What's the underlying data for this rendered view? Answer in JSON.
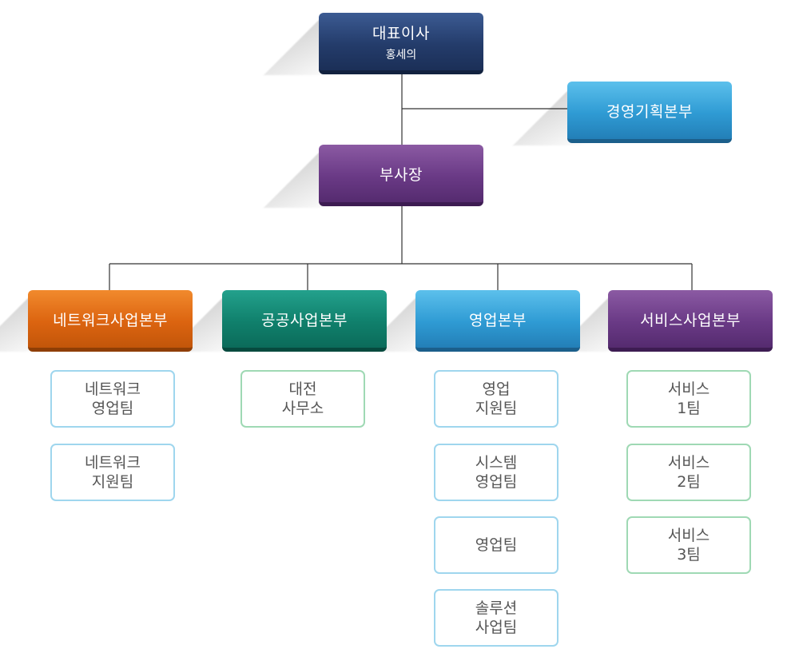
{
  "ceo": {
    "title": "대표이사",
    "name": "홍세의"
  },
  "planning": {
    "label": "경영기획본부"
  },
  "vp": {
    "label": "부사장"
  },
  "divisions": [
    {
      "label": "네트워크사업본부",
      "teams": [
        [
          "네트워크",
          "영업팀"
        ],
        [
          "네트워크",
          "지원팀"
        ]
      ]
    },
    {
      "label": "공공사업본부",
      "teams": [
        [
          "대전",
          "사무소"
        ]
      ]
    },
    {
      "label": "영업본부",
      "teams": [
        [
          "영업",
          "지원팀"
        ],
        [
          "시스템",
          "영업팀"
        ],
        [
          "영업팀"
        ],
        [
          "솔루션",
          "사업팀"
        ]
      ]
    },
    {
      "label": "서비스사업본부",
      "teams": [
        [
          "서비스",
          "1팀"
        ],
        [
          "서비스",
          "2팀"
        ],
        [
          "서비스",
          "3팀"
        ]
      ]
    }
  ],
  "colors": {
    "ceo": "#243c6b",
    "planning": "#2f9bd4",
    "vp": "#6a3a86",
    "network": "#dc6410",
    "public": "#10806c",
    "sales": "#2f9bd4",
    "service": "#5b2d76",
    "team_border_blue": "#9fd6ee",
    "team_border_green": "#9fd9b4",
    "connector": "#333333"
  }
}
